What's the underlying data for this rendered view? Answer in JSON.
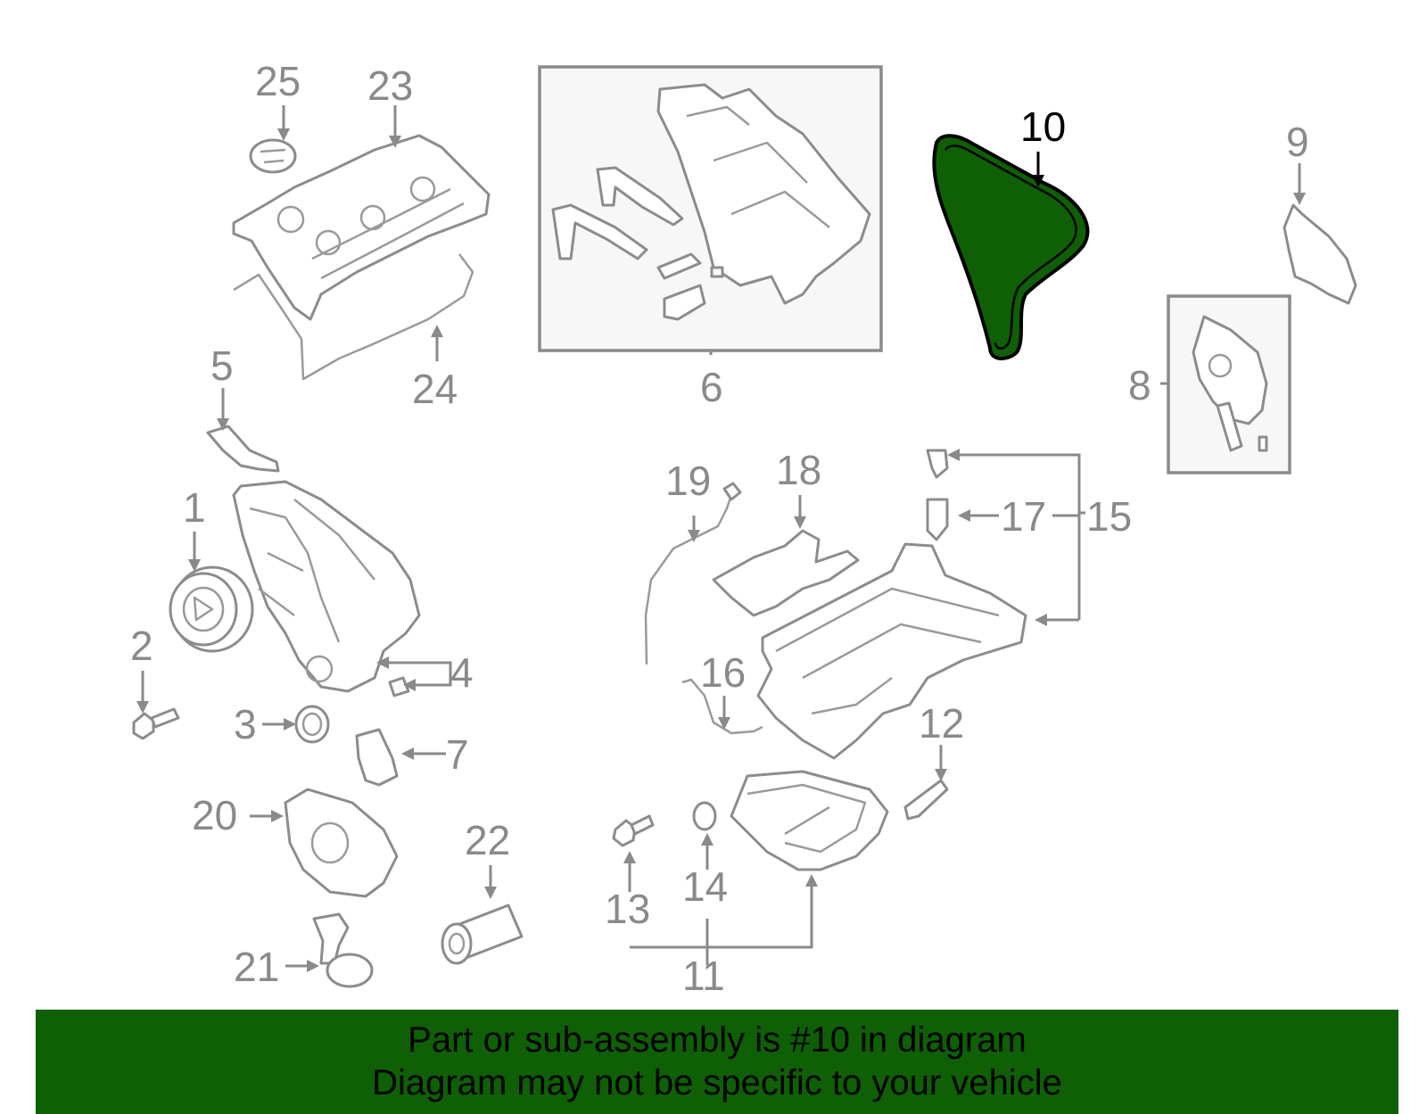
{
  "highlight_color": "#0f5f05",
  "callouts": {
    "c1": "1",
    "c2": "2",
    "c3": "3",
    "c4": "4",
    "c5": "5",
    "c6": "6",
    "c7": "7",
    "c8": "8",
    "c9": "9",
    "c10": "10",
    "c11": "11",
    "c12": "12",
    "c13": "13",
    "c14": "14",
    "c15": "15",
    "c16": "16",
    "c17": "17",
    "c18": "18",
    "c19": "19",
    "c20": "20",
    "c21": "21",
    "c22": "22",
    "c23": "23",
    "c24": "24",
    "c25": "25"
  },
  "banner": {
    "line1": "Part or sub-assembly is #10 in diagram",
    "line2": "Diagram may not be specific to your vehicle"
  }
}
